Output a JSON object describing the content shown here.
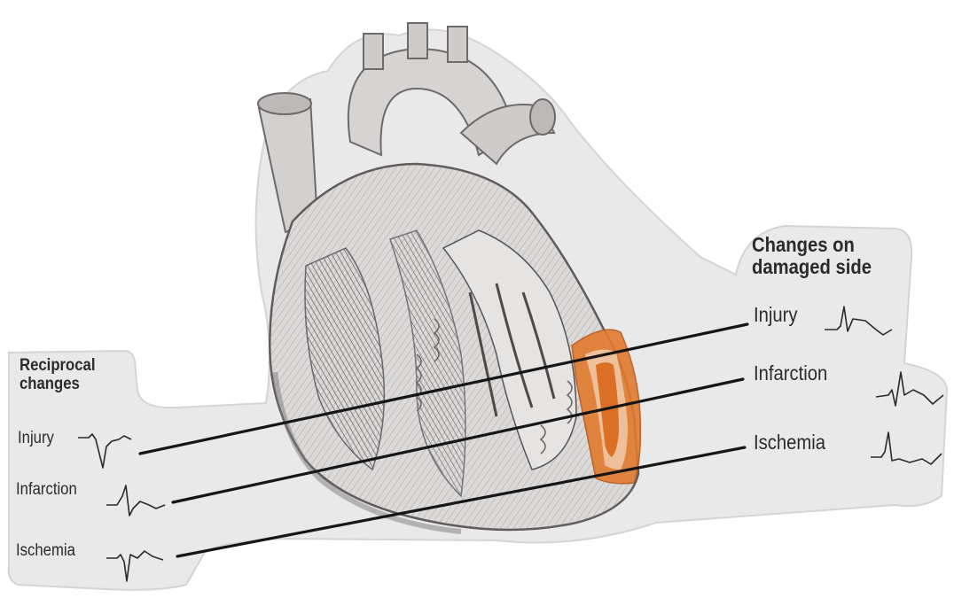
{
  "left_panel": {
    "title_line1": "Reciprocal",
    "title_line2": "changes",
    "items": [
      {
        "label": "Injury"
      },
      {
        "label": "Infarction"
      },
      {
        "label": "Ischemia"
      }
    ]
  },
  "right_panel": {
    "title_line1": "Changes on",
    "title_line2": "damaged side",
    "items": [
      {
        "label": "Injury"
      },
      {
        "label": "Infarction"
      },
      {
        "label": "Ischemia"
      }
    ]
  },
  "colors": {
    "paper": "#e9e9e9",
    "heart_line": "#6e6a6a",
    "damage_zone": "#e07a2e",
    "leader_line": "#151515"
  }
}
